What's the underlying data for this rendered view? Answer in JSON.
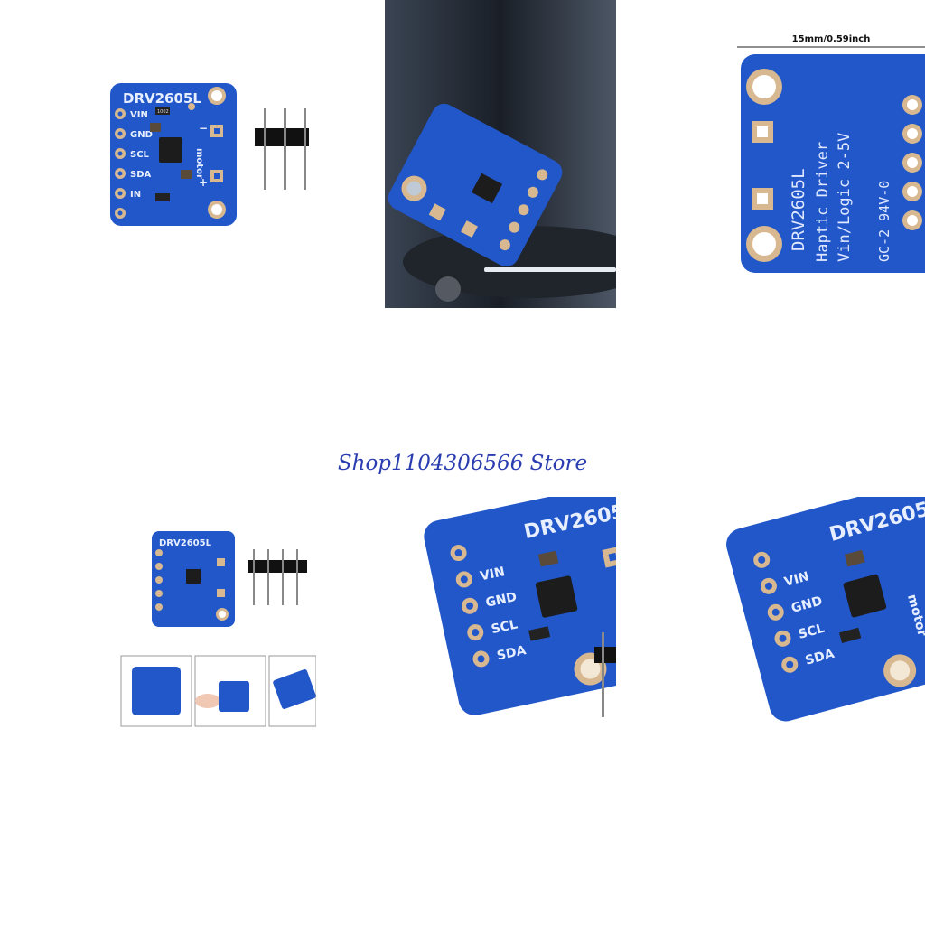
{
  "store_name": "Shop1104306566 Store",
  "board": {
    "title": "DRV2605L",
    "pins": [
      "VIN",
      "GND",
      "SCL",
      "SDA",
      "IN"
    ],
    "motor_label": "motor",
    "plus": "+",
    "minus": "−",
    "resistor_mark": "1002"
  },
  "dimension_label": "15mm/0.59inch",
  "back_text": {
    "line1": "DRV2605L",
    "line2": "Haptic Driver",
    "line3": "Vin/Logic 2-5V",
    "line4": "GC-2 94V-0"
  },
  "colors": {
    "pcb": "#2257c9",
    "pad": "#d7b890",
    "store_text": "#2a3db0"
  }
}
